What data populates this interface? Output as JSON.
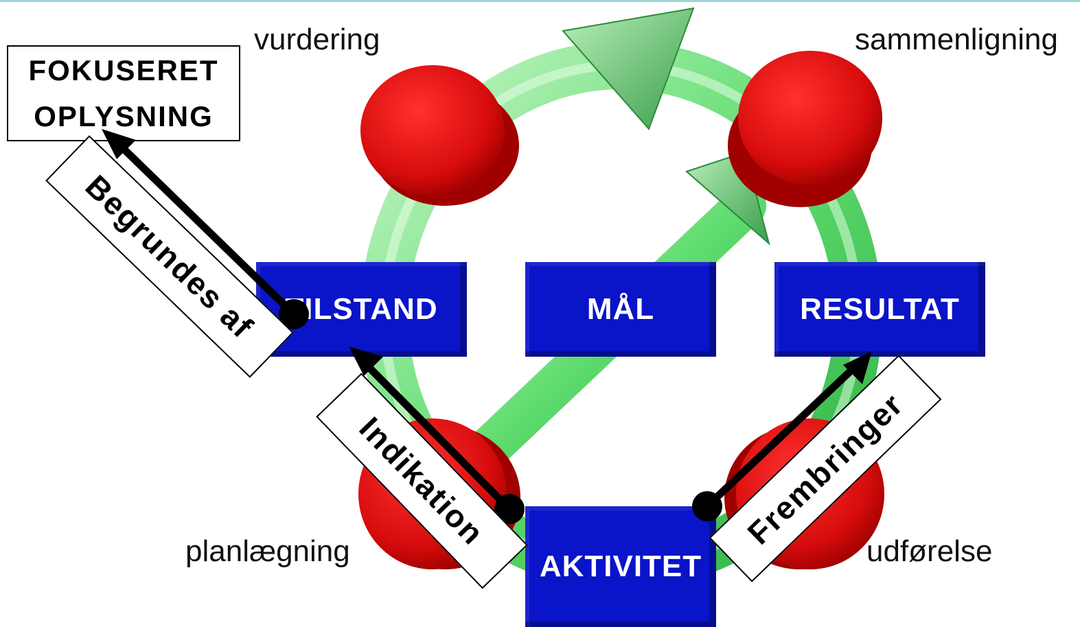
{
  "diagram": {
    "corner_labels": {
      "top_left": "vurdering",
      "top_right": "sammenligning",
      "bottom_left": "planlægning",
      "bottom_right": "udførelse"
    },
    "boxes": {
      "tilstand": "TILSTAND",
      "maal": "MÅL",
      "resultat": "RESULTAT",
      "aktivitet": "AKTIVITET"
    },
    "focus_box": {
      "line1": "FOKUSERET",
      "line2": "OPLYSNING"
    },
    "arrow_tags": {
      "begrundes": "Begrundes af",
      "indikation": "Indikation",
      "frembringer": "Frembringer"
    },
    "colors": {
      "box_blue": "#0a14c8",
      "ring_green": "#5fdc6f",
      "node_red": "#e01010",
      "arrow_black": "#000000"
    }
  }
}
